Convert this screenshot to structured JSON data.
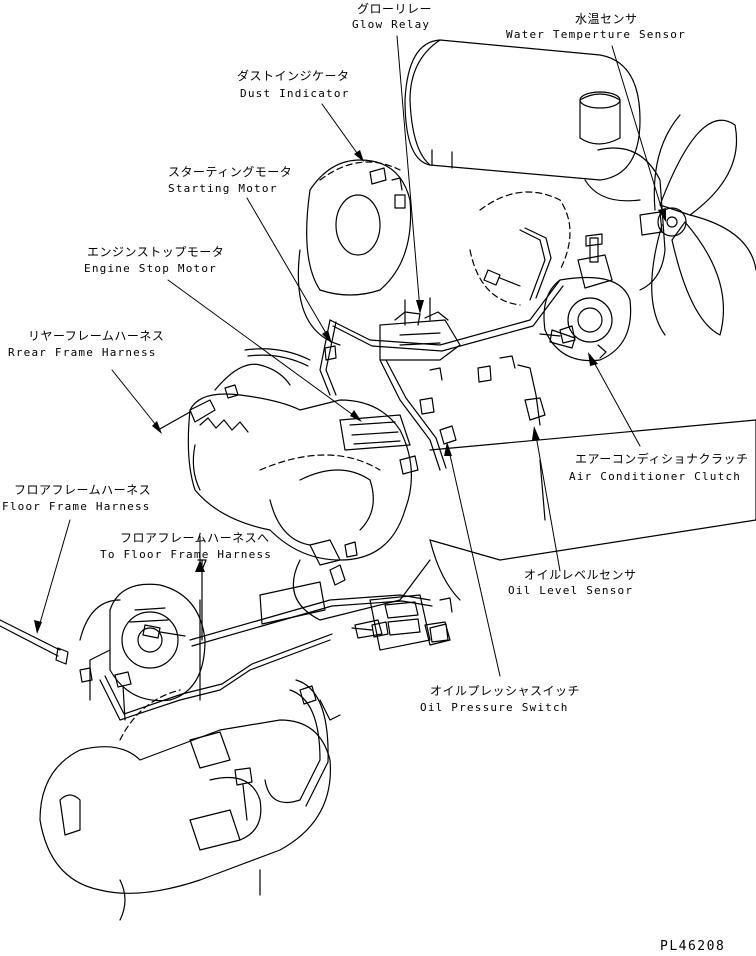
{
  "labels": {
    "glow_relay": {
      "jp": "グローリレー",
      "en": "Glow Relay"
    },
    "water_temp_sensor": {
      "jp": "水温センサ",
      "en": "Water Temperture Sensor"
    },
    "dust_indicator": {
      "jp": "ダストインジケータ",
      "en": "Dust Indicator"
    },
    "starting_motor": {
      "jp": "スターティングモータ",
      "en": "Starting Motor"
    },
    "engine_stop_motor": {
      "jp": "エンジンストップモータ",
      "en": "Engine Stop Motor"
    },
    "rear_frame_harness": {
      "jp": "リヤーフレームハーネス",
      "en": "Rrear Frame Harness"
    },
    "floor_frame_harness": {
      "jp": "フロアフレームハーネス",
      "en": "Floor Frame Harness"
    },
    "to_floor_frame_harness": {
      "jp": "フロアフレームハーネスへ",
      "en": "To Floor Frame Harness"
    },
    "air_conditioner_clutch": {
      "jp": "エアーコンディショナクラッチ",
      "en": "Air Conditioner Clutch"
    },
    "oil_level_sensor": {
      "jp": "オイルレベルセンサ",
      "en": "Oil Level Sensor"
    },
    "oil_pressure_switch": {
      "jp": "オイルプレッシャスイッチ",
      "en": "Oil Pressure Switch"
    }
  },
  "drawing_code": "PL46208"
}
